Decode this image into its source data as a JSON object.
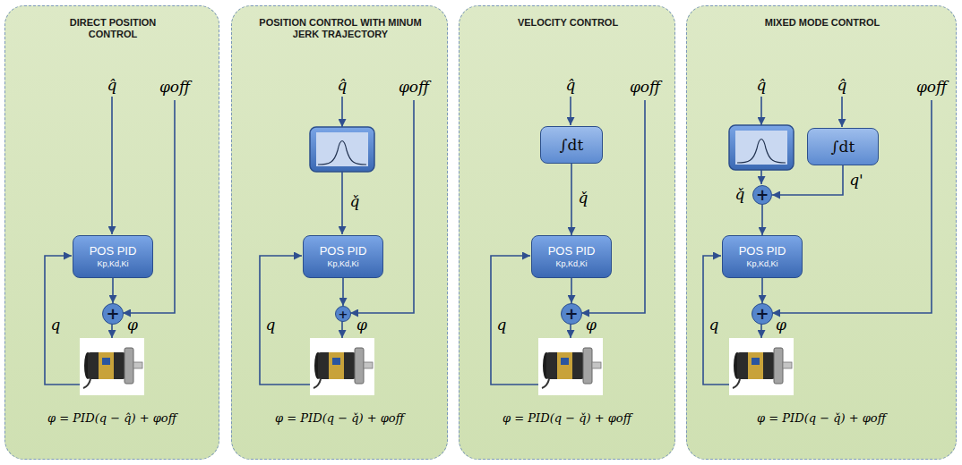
{
  "diagram": {
    "nodes": [
      {
        "text": [
          "DIRECT POSITION CONTROL"
        ]
      },
      {
        "text": [
          "POS PID",
          "Kp,Kd,Ki"
        ],
        "in": 0
      },
      {
        "text": [
          "+"
        ],
        "in": 0
      },
      {
        "text": [
          "POSITION CONTROL WITH MINUM JERK TRAJECTORY"
        ]
      },
      {
        "text": [
          "POS PID",
          "Kp,Kd,Ki"
        ],
        "in": 3
      },
      {
        "text": [
          "+"
        ],
        "in": 3
      },
      {
        "text": [
          "VELOCITY CONTROL"
        ]
      },
      {
        "text": [
          "∫dt"
        ],
        "in": 6
      },
      {
        "text": [
          "POS PID",
          "Kp,Kd,Ki"
        ],
        "in": 6
      },
      {
        "text": [
          "+"
        ],
        "in": 6
      },
      {
        "text": [
          "MIXED MODE CONTROL"
        ]
      },
      {
        "text": [
          "∫dt"
        ],
        "in": 10
      },
      {
        "text": [
          "+"
        ],
        "in": 10
      },
      {
        "text": [
          "POS PID",
          "Kp,Kd,Ki"
        ],
        "in": 10
      },
      {
        "text": [
          "+"
        ],
        "in": 10
      }
    ],
    "edges": [
      {
        "from": 1,
        "to": 2,
        "arrow": "to"
      },
      {
        "from": 4,
        "to": 5,
        "arrow": "to"
      },
      {
        "from": 7,
        "to": 8,
        "arrow": "to"
      },
      {
        "from": 8,
        "to": 9,
        "arrow": "to"
      },
      {
        "from": 11,
        "to": 12,
        "arrow": "to"
      },
      {
        "from": 12,
        "to": 13,
        "arrow": "to"
      },
      {
        "from": 13,
        "to": 14,
        "arrow": "to"
      }
    ],
    "labels": [
      "q̂",
      "φoff",
      "q",
      "φ",
      "φ = PID(q − q̂) + φoff",
      "q̂",
      "φoff",
      "q̌",
      "q",
      "φ",
      "φ = PID(q − q̌) + φoff",
      "q̂",
      "φoff",
      "q̌",
      "q",
      "φ",
      "φ = PID(q − q̌) + φoff",
      "q̂",
      "q̂",
      "φoff",
      "q̌",
      "q'",
      "q",
      "φ",
      "φ = PID(q − q̌) + φoff"
    ]
  }
}
